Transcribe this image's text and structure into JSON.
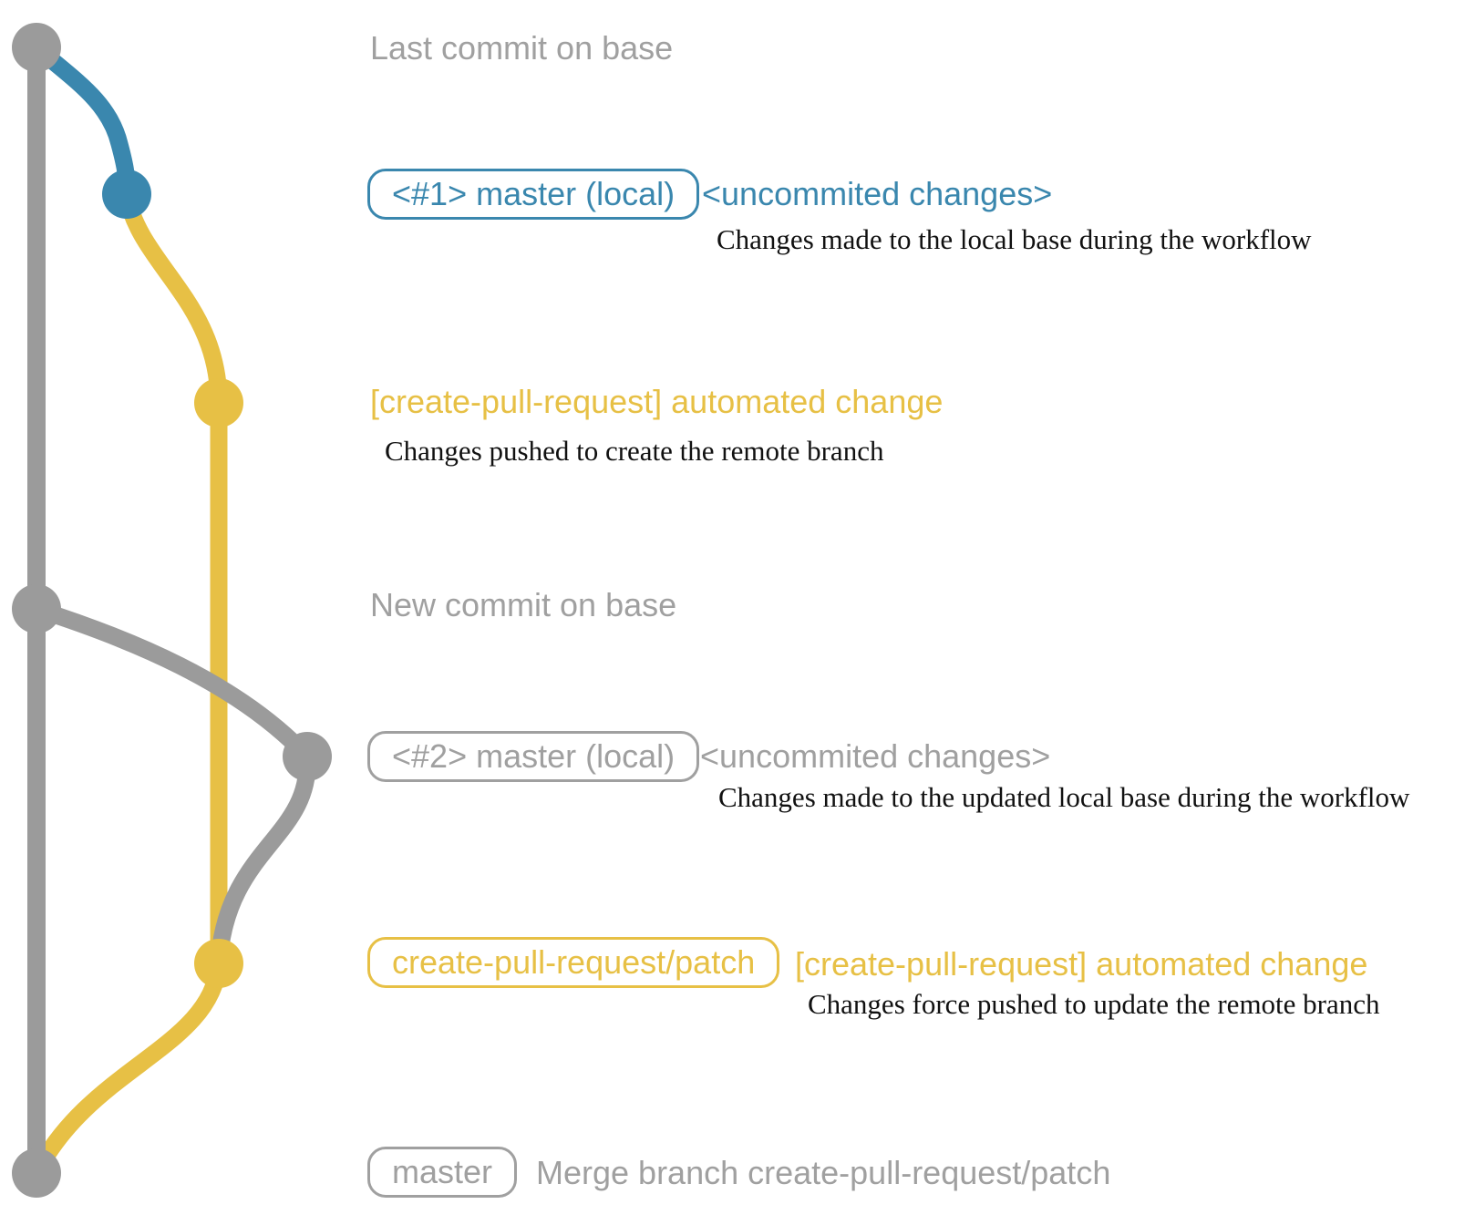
{
  "colors": {
    "gray": "#9b9b9b",
    "gray_text": "#a0a0a0",
    "blue": "#3a87ae",
    "yellow": "#e7c045",
    "black_text": "#111111"
  },
  "graph": {
    "commits": [
      {
        "name": "last-commit-on-base",
        "color_key": "gray"
      },
      {
        "name": "local-workflow-commit-1",
        "color_key": "blue"
      },
      {
        "name": "remote-branch-commit-1",
        "color_key": "yellow"
      },
      {
        "name": "new-commit-on-base",
        "color_key": "gray"
      },
      {
        "name": "local-workflow-commit-2",
        "color_key": "gray"
      },
      {
        "name": "remote-branch-commit-2",
        "color_key": "yellow"
      },
      {
        "name": "merge-commit",
        "color_key": "gray"
      }
    ]
  },
  "annotations": {
    "row1": {
      "title": "Last commit on base"
    },
    "row2": {
      "badge": "<#1> master (local)",
      "status": "<uncommited changes>",
      "desc": "Changes made to the local base during the workflow"
    },
    "row3": {
      "title": "[create-pull-request] automated change",
      "desc": "Changes pushed to create the remote branch"
    },
    "row4": {
      "title": "New commit on base"
    },
    "row5": {
      "badge": "<#2> master (local)",
      "status": "<uncommited changes>",
      "desc": "Changes made to the updated local base during the workflow"
    },
    "row6": {
      "badge": "create-pull-request/patch",
      "title": "[create-pull-request] automated change",
      "desc": "Changes force pushed to update the remote branch"
    },
    "row7": {
      "badge": "master",
      "desc": "Merge branch create-pull-request/patch"
    }
  }
}
